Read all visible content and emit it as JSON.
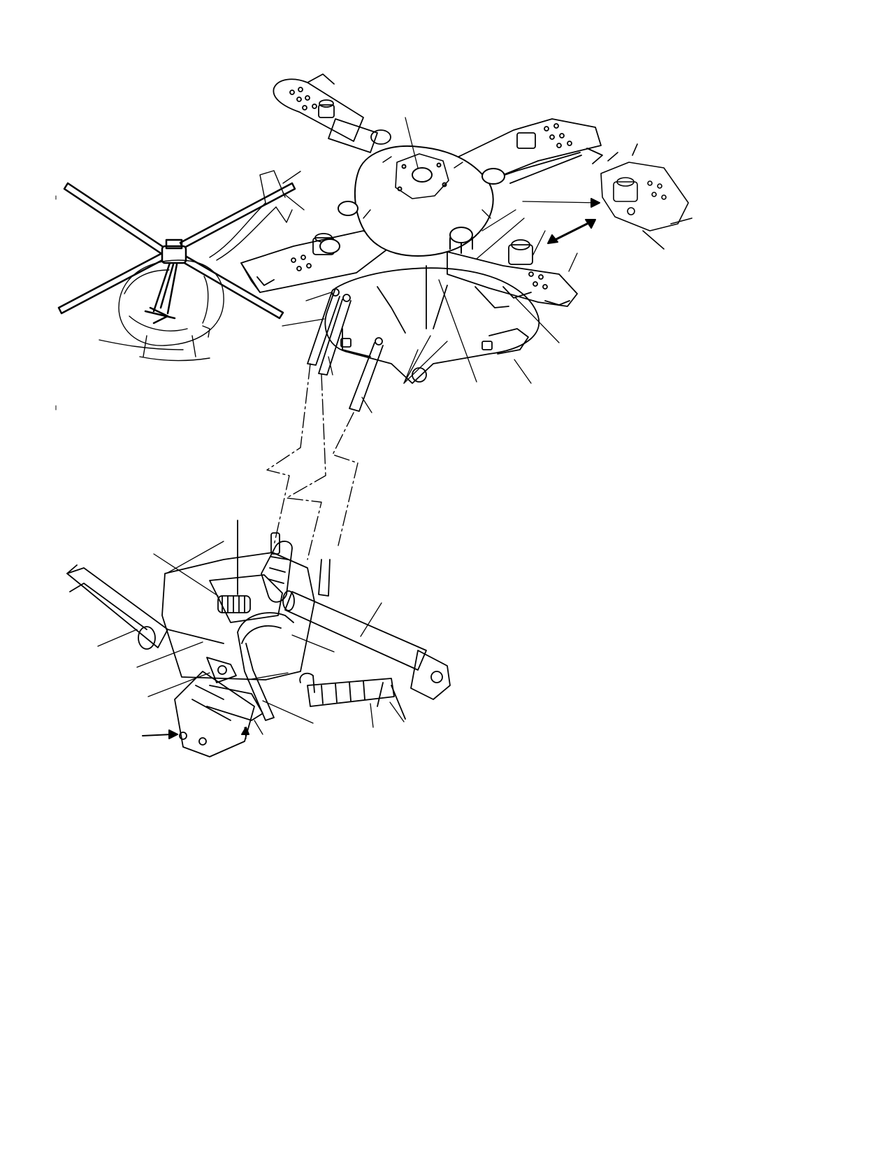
{
  "figure": {
    "description_visible_text": "",
    "colors": {
      "ink": "#000000",
      "paper": "#ffffff"
    },
    "parts": [
      {
        "id": "helicopter-inset",
        "icon": "helicopter-icon"
      },
      {
        "id": "main-rotor-hub",
        "icon": "rotor-hub-icon"
      },
      {
        "id": "blade-detail",
        "icon": "blade-root-icon"
      },
      {
        "id": "swashplate",
        "icon": "swashplate-icon"
      },
      {
        "id": "control-rods",
        "icon": "pushrod-icon"
      },
      {
        "id": "lower-mixer-assembly",
        "icon": "mixer-icon"
      }
    ],
    "callout_labels": []
  }
}
